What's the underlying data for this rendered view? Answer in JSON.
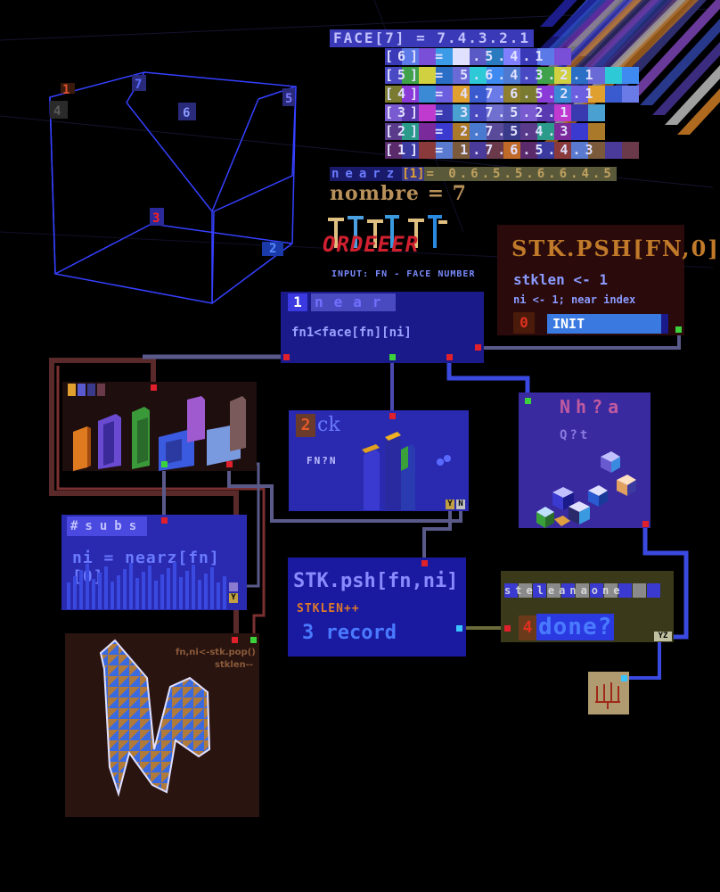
{
  "face_table": {
    "header": "FACE[7] = 7.4.3.2.1",
    "rows": [
      {
        "label": "[6] = 6.5.4.1",
        "colors": [
          "#3a3ab8",
          "#5b7ae8",
          "#7a4fd8",
          "#3b9be6",
          "#e0e0ff",
          "#5a5ac6",
          "#2a7ac0",
          "#8080ff"
        ]
      },
      {
        "label": "[5] = 5.6.4.3.2.1",
        "colors": [
          "#4949c4",
          "#3fa24a",
          "#d0d040",
          "#2a6ec6",
          "#6a6ad6",
          "#2ec9d6",
          "#3f8af0",
          "#4f7ad0"
        ]
      },
      {
        "label": "[4] = 4.7.6.5.2.1",
        "colors": [
          "#7a7a30",
          "#8a3ad6",
          "#3a8ad6",
          "#6b5fe0",
          "#e0a030",
          "#3a5ad0",
          "#6a7ae6",
          "#8f7f2f"
        ]
      },
      {
        "label": "[3] = 3.7.5.2.1",
        "colors": [
          "#7a5ad0",
          "#5a3ab0",
          "#c03ad0",
          "#3a3ab0",
          "#4aa0d0",
          "#4a4ac0",
          "#7070d0",
          "#6060c0"
        ]
      },
      {
        "label": "[2] = 2.7.5.4.3",
        "colors": [
          "#5a3a8a",
          "#2a9a8a",
          "#7a2a9a",
          "#3a3ad0",
          "#aa7a2a",
          "#4a7ad0",
          "#5a4a9a",
          "#3a3a8a"
        ]
      },
      {
        "label": "[1] = 1.7.6.5.4.3",
        "colors": [
          "#5a2a6a",
          "#3a3aa0",
          "#8a3a3a",
          "#5a7ad0",
          "#7a5a3a",
          "#4a3a9a",
          "#6a3a4a",
          "#c06a2a"
        ]
      }
    ],
    "stripe_colors": [
      "#1c1c8a",
      "#2c4cc0",
      "#5c2c9c",
      "#909090",
      "#3a3ac0",
      "#b06a2a",
      "#2e2e6e",
      "#6a3a9a",
      "#28388a",
      "#3c2c80",
      "#a0a0a0",
      "#b06a20"
    ]
  },
  "nearz": {
    "label": "nearz",
    "index": "[1]",
    "values": "= 0.6.5.5.6.6.4.5",
    "colors": [
      "#3b3bd8",
      "#e08a2a",
      "#4aa0e0",
      "#7a7a3a",
      "#3a9a5a",
      "#c03a3a",
      "#e0a040",
      "#5a5ad0"
    ]
  },
  "nombre": {
    "text": "nombre = 7"
  },
  "order": {
    "title": "ORDEEER",
    "caption": "INPUT: FN - FACE NUMBER"
  },
  "cube": {
    "labels": [
      "1",
      "7",
      "6",
      "5",
      "4",
      "3",
      "2"
    ],
    "colors": {
      "edge": "#3540ff",
      "label_bg": "#2a2a7a",
      "one": "#e05030",
      "three": "#e02020",
      "two": "#3a78ff"
    }
  },
  "stk_push_init": {
    "title": "STK.PSH[FN,0]",
    "stklen": "stklen <- 1",
    "comment": "ni <- 1; near index",
    "zero": "0",
    "button": "INIT"
  },
  "near_panel": {
    "title_num": "1",
    "title": "near",
    "expr": "fn1<face[fn][ni]"
  },
  "check_panel": {
    "num": "2",
    "label": "ck",
    "sub": "FN?N",
    "badge_y": "Y",
    "badge_n": "N"
  },
  "blocks_left": {
    "title_colors": [
      "#e0a030",
      "#5a5ad0",
      "#3a3a8a",
      "#6a3a4a"
    ]
  },
  "cubes_right": {
    "title": "Nh?a",
    "sub": "Q?t"
  },
  "subs": {
    "label": "#subs",
    "expr": "ni = nearz[fn][0]",
    "badge": "Y"
  },
  "stk_psh2": {
    "title": "STK.psh[fn,ni]",
    "stklen": "STKLEN++",
    "record": "3 record"
  },
  "done_panel": {
    "title": "steleanaone",
    "num": "4",
    "label": "done?",
    "badge": "YZ"
  },
  "pop_panel": {
    "line1": "fn,ni<-stk.pop()",
    "line2": "stklen--"
  },
  "wires": {
    "main": "#5a5a8a",
    "blue": "#3a4ae0",
    "brown": "#5a2a2a",
    "olive": "#6a6a3a"
  }
}
